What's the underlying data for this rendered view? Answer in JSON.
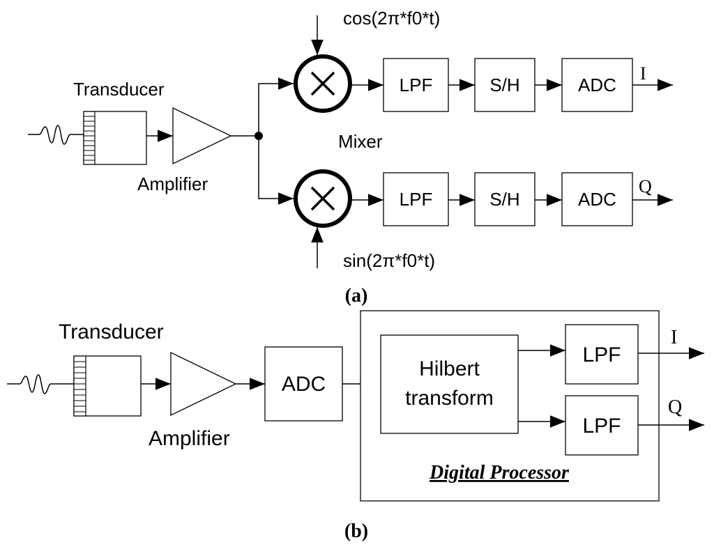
{
  "diagram_a": {
    "caption": "(a)",
    "transducer_label": "Transducer",
    "amplifier_label": "Amplifier",
    "mixer_label": "Mixer",
    "cos_label": "cos(2π*f0*t)",
    "sin_label": "sin(2π*f0*t)",
    "top_chain": [
      "LPF",
      "S/H",
      "ADC"
    ],
    "bottom_chain": [
      "LPF",
      "S/H",
      "ADC"
    ],
    "output_i": "I",
    "output_q": "Q"
  },
  "diagram_b": {
    "caption": "(b)",
    "transducer_label": "Transducer",
    "amplifier_label": "Amplifier",
    "adc_label": "ADC",
    "hilbert_line1": "Hilbert",
    "hilbert_line2": "transform",
    "lpf_top": "LPF",
    "lpf_bottom": "LPF",
    "processor_label": "Digital Processor",
    "output_i": "I",
    "output_q": "Q"
  }
}
